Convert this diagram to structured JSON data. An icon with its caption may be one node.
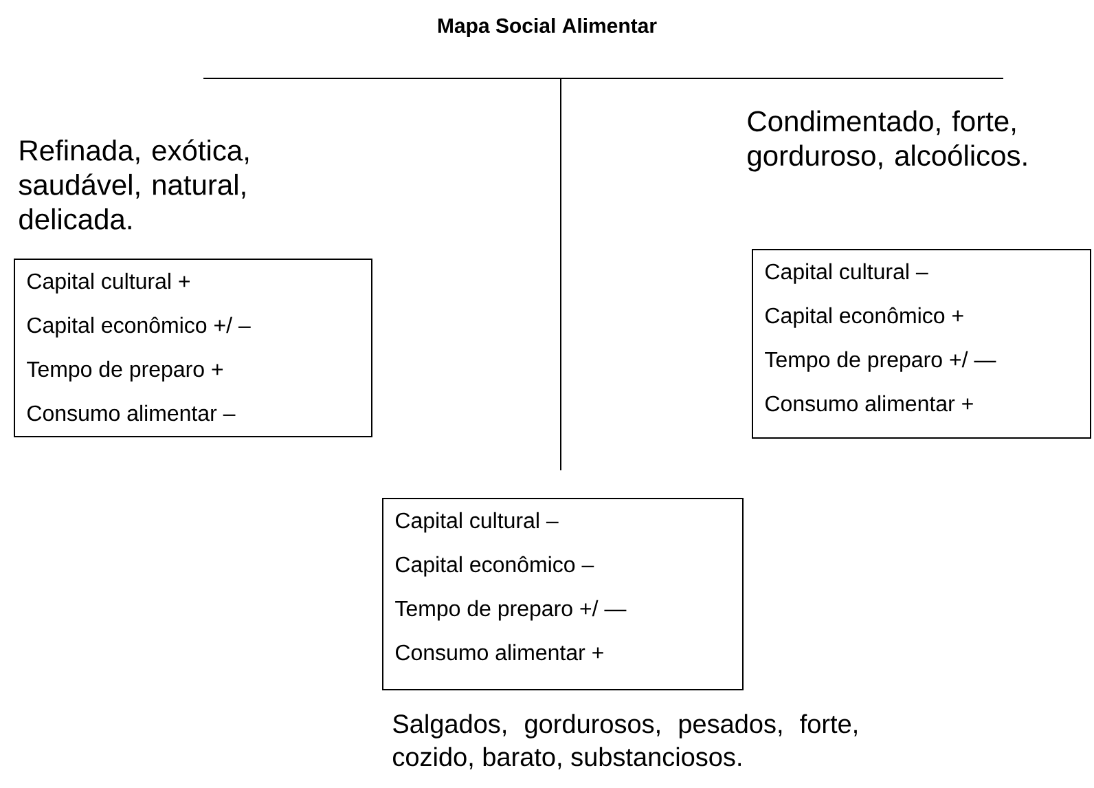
{
  "diagram": {
    "title": "Mapa Social Alimentar",
    "nodes": [
      {
        "text": [
          "Capital cultural +",
          "Capital econômico +/ –",
          "Tempo de preparo +",
          "Consumo alimentar –"
        ],
        "beside": [
          "Refinada, exótica, saudável, natural, delicada."
        ]
      },
      {
        "text": [
          "Capital cultural –",
          "Capital econômico +",
          "Tempo de preparo +/ —",
          "Consumo alimentar +"
        ],
        "beside": [
          "Condimentado, forte, gorduroso, alcoólicos."
        ]
      },
      {
        "text": [
          "Capital cultural –",
          "Capital econômico –",
          "Tempo de preparo +/ —",
          "Consumo alimentar +"
        ],
        "beside": [
          "Salgados, gordurosos, pesados, forte, cozido, barato, substanciosos."
        ]
      }
    ]
  }
}
